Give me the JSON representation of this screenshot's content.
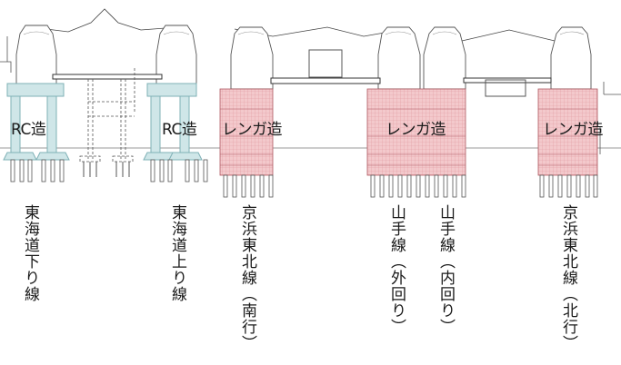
{
  "colors": {
    "rc": "#cfe6e8",
    "rc_stroke": "#7fb1b6",
    "brick": "#f3c9cc",
    "brick_grid": "#e29aa0",
    "brick_stroke": "#b05a62",
    "line": "#3a3a3a"
  },
  "structures": [
    {
      "id": "rc-1",
      "type": "RC",
      "label": "RC造"
    },
    {
      "id": "rc-2",
      "type": "RC",
      "label": "RC造"
    },
    {
      "id": "brick-1",
      "type": "brick",
      "label": "レンガ造"
    },
    {
      "id": "brick-2",
      "type": "brick",
      "label": "レンガ造"
    },
    {
      "id": "brick-3",
      "type": "brick",
      "label": "レンガ造"
    }
  ],
  "tracks": [
    {
      "label": "東海道下り線"
    },
    {
      "label": "東海道上り線"
    },
    {
      "label": "京浜東北線（南行）"
    },
    {
      "label": "山手線（外回り）"
    },
    {
      "label": "山手線（内回り）"
    },
    {
      "label": "京浜東北線（北行）"
    }
  ]
}
